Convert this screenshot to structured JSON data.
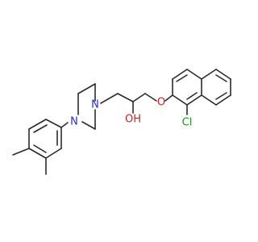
{
  "molecule": {
    "atom_labels": {
      "n_upper": "N",
      "n_lower": "N",
      "hydroxyl": "OH",
      "ether_oxygen": "O",
      "chlorine": "Cl"
    },
    "colors": {
      "bond": "#2b2b2b",
      "nitrogen": "#2b2bd0",
      "oxygen": "#d42020",
      "chlorine": "#1a9a1a"
    }
  }
}
